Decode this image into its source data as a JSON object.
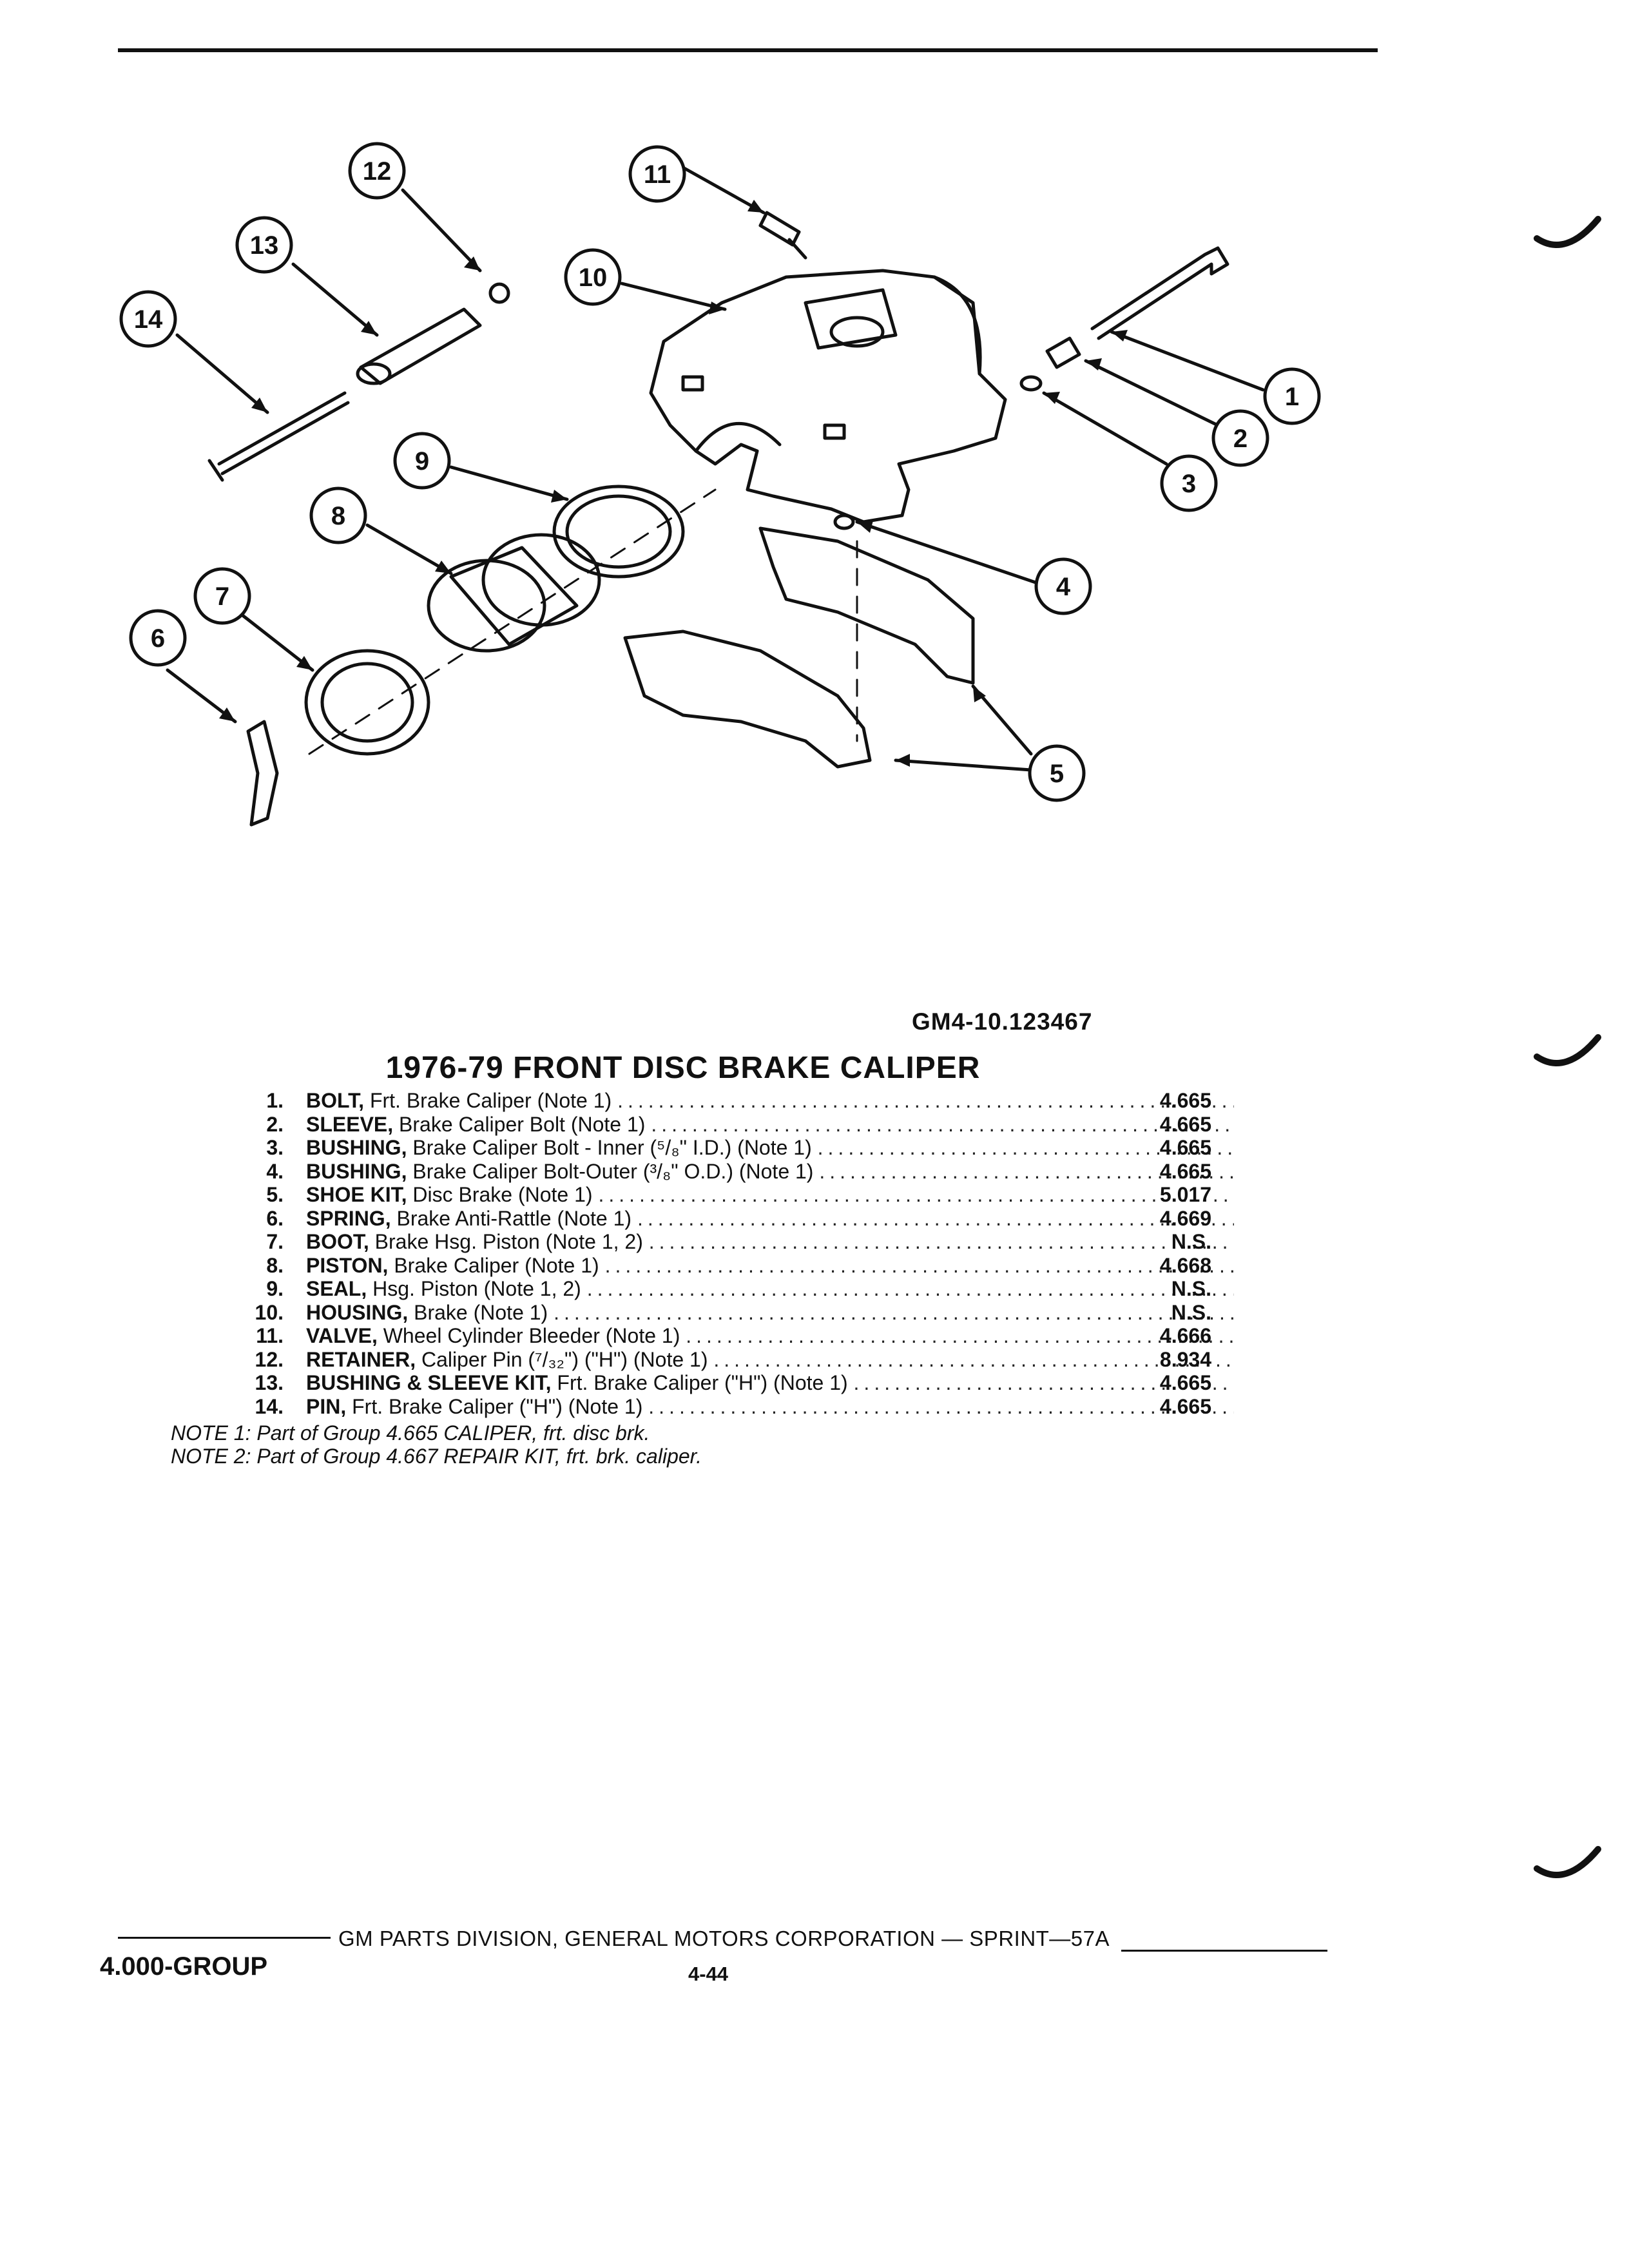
{
  "diagram": {
    "callouts": [
      "1",
      "2",
      "3",
      "4",
      "5",
      "6",
      "7",
      "8",
      "9",
      "10",
      "11",
      "12",
      "13",
      "14"
    ]
  },
  "figure_id": "GM4-10.123467",
  "title": "1976-79 FRONT DISC BRAKE CALIPER",
  "parts": [
    {
      "num": "1.",
      "name": "BOLT,",
      "desc": " Frt. Brake Caliper (Note 1)",
      "group": "4.665"
    },
    {
      "num": "2.",
      "name": "SLEEVE,",
      "desc": " Brake Caliper Bolt (Note 1)",
      "group": "4.665"
    },
    {
      "num": "3.",
      "name": "BUSHING,",
      "desc": " Brake Caliper Bolt - Inner (⁵/₈\" I.D.) (Note 1)",
      "group": "4.665"
    },
    {
      "num": "4.",
      "name": "BUSHING,",
      "desc": " Brake Caliper Bolt-Outer (³/₈\" O.D.) (Note 1)",
      "group": "4.665"
    },
    {
      "num": "5.",
      "name": "SHOE KIT,",
      "desc": " Disc Brake (Note 1)",
      "group": "5.017"
    },
    {
      "num": "6.",
      "name": "SPRING,",
      "desc": " Brake Anti-Rattle (Note 1)",
      "group": "4.669"
    },
    {
      "num": "7.",
      "name": "BOOT,",
      "desc": " Brake Hsg. Piston (Note 1, 2)",
      "group": "N.S."
    },
    {
      "num": "8.",
      "name": "PISTON,",
      "desc": " Brake Caliper (Note 1)",
      "group": "4.668"
    },
    {
      "num": "9.",
      "name": "SEAL,",
      "desc": " Hsg. Piston (Note 1, 2)",
      "group": "N.S."
    },
    {
      "num": "10.",
      "name": "HOUSING,",
      "desc": " Brake (Note 1)",
      "group": "N.S."
    },
    {
      "num": "11.",
      "name": "VALVE,",
      "desc": " Wheel Cylinder Bleeder (Note 1)",
      "group": "4.666"
    },
    {
      "num": "12.",
      "name": "RETAINER,",
      "desc": " Caliper Pin (⁷/₃₂\") (\"H\") (Note 1)",
      "group": "8.934"
    },
    {
      "num": "13.",
      "name": "BUSHING & SLEEVE KIT,",
      "desc": " Frt. Brake Caliper (\"H\") (Note 1)",
      "group": "4.665"
    },
    {
      "num": "14.",
      "name": "PIN,",
      "desc": " Frt. Brake Caliper (\"H\") (Note 1)",
      "group": "4.665"
    }
  ],
  "notes": [
    "NOTE 1: Part of Group 4.665 CALIPER, frt. disc brk.",
    "NOTE 2: Part of Group 4.667 REPAIR KIT, frt. brk. caliper."
  ],
  "footer": {
    "publisher": "GM PARTS DIVISION, GENERAL MOTORS CORPORATION — SPRINT—57A",
    "group": "4.000-GROUP",
    "page": "4-44"
  }
}
